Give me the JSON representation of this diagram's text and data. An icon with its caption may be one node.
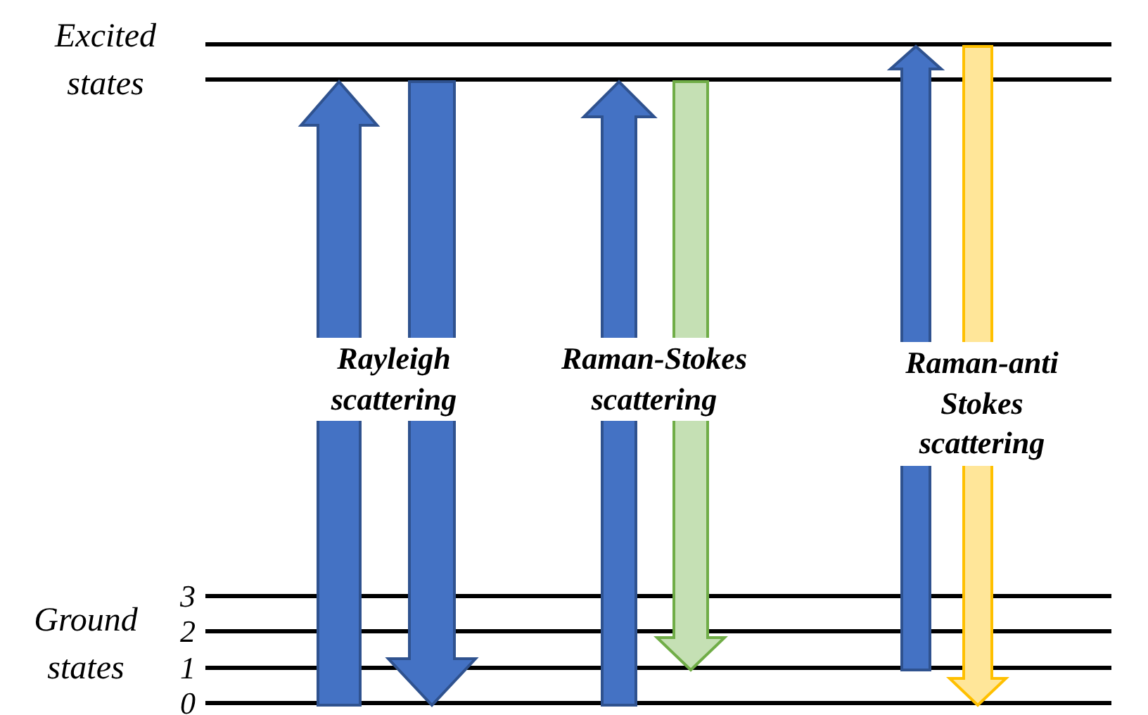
{
  "diagram": {
    "nodes": [
      {
        "text": [],
        "shape": "line"
      },
      {
        "text": [],
        "shape": "line"
      },
      {
        "text": [
          "3"
        ]
      },
      {
        "text": [
          "2"
        ]
      },
      {
        "text": [
          "1"
        ]
      },
      {
        "text": [
          "0"
        ]
      }
    ],
    "edges": [
      {
        "from": 5,
        "to": 1,
        "arrow": "to"
      },
      {
        "from": 1,
        "to": 5,
        "arrow": "to"
      },
      {
        "from": 5,
        "to": 1,
        "arrow": "to"
      },
      {
        "from": 1,
        "to": 4,
        "arrow": "to",
        "color": "#70ad47"
      },
      {
        "from": 4,
        "to": 0,
        "arrow": "to"
      },
      {
        "from": 0,
        "to": 5,
        "arrow": "to",
        "color": "#ffc000"
      }
    ],
    "labels": [
      "Excited states",
      "Ground states",
      "Rayleigh scattering",
      "Raman-Stokes scattering",
      "Raman-anti Stokes scattering"
    ]
  }
}
